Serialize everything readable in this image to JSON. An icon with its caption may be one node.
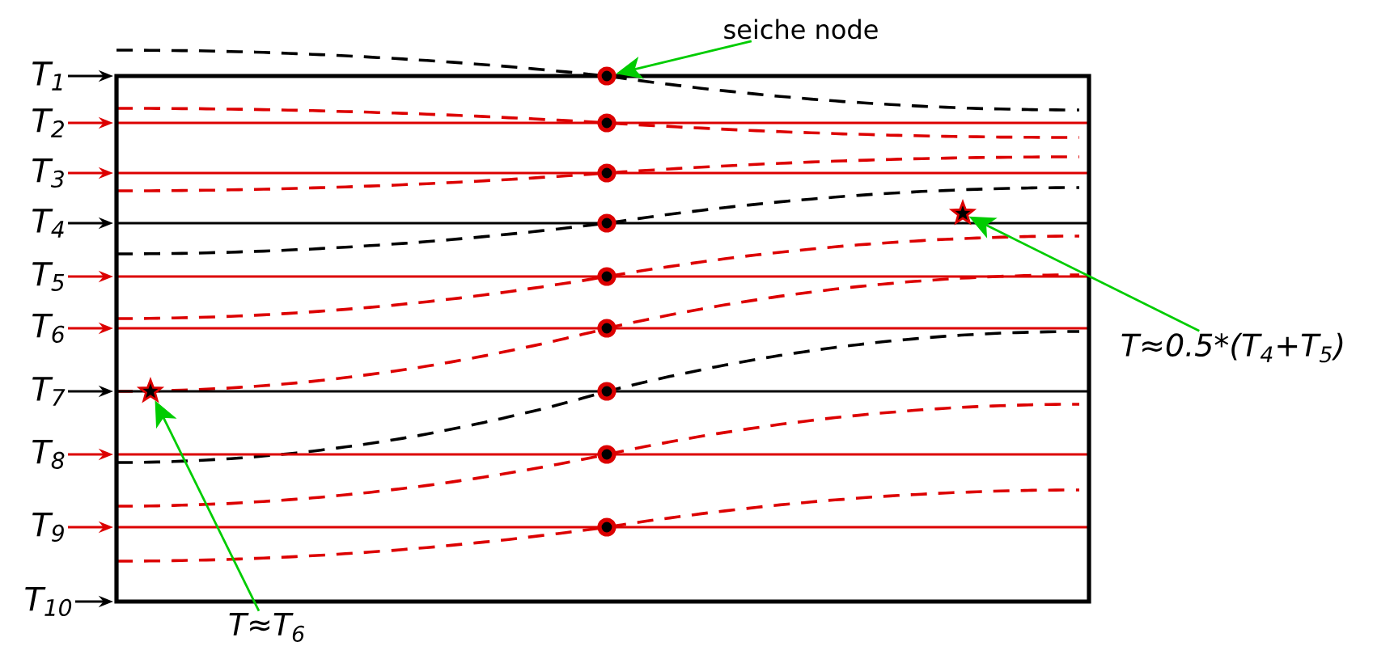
{
  "diagram": {
    "nodes": [
      {
        "text": [
          "T$_{1}$"
        ]
      },
      {
        "text": [
          "T$_{2}$"
        ]
      },
      {
        "text": [
          "T$_{3}$"
        ]
      },
      {
        "text": [
          "T$_{4}$"
        ]
      },
      {
        "text": [
          "T$_{5}$"
        ]
      },
      {
        "text": [
          "T$_{6}$"
        ]
      },
      {
        "text": [
          "T$_{7}$"
        ]
      },
      {
        "text": [
          "T$_{8}$"
        ]
      },
      {
        "text": [
          "T$_{9}$"
        ]
      },
      {
        "text": [
          "T$_{10}$"
        ]
      },
      {
        "text": [
          "seiche node"
        ]
      },
      {
        "text": [
          "T≈0.5*(T$_{4}$+T$_{5}$)"
        ]
      },
      {
        "text": [
          "T≈T$_{6}$"
        ]
      },
      {
        "text": [],
        "shape": "circle"
      },
      {
        "text": [],
        "shape": "circle"
      },
      {
        "text": [],
        "shape": "circle"
      },
      {
        "text": [],
        "shape": "circle"
      },
      {
        "text": [],
        "shape": "circle"
      },
      {
        "text": [],
        "shape": "circle"
      },
      {
        "text": [],
        "shape": "circle"
      },
      {
        "text": [],
        "shape": "circle"
      },
      {
        "text": [],
        "shape": "circle"
      },
      {
        "text": [],
        "shape": "star"
      },
      {
        "text": [],
        "shape": "star"
      }
    ],
    "edges": [
      {
        "from": 0,
        "to": null,
        "arrow": "to",
        "color": "#000000"
      },
      {
        "from": 1,
        "to": null,
        "arrow": "to"
      },
      {
        "from": 2,
        "to": null,
        "arrow": "to"
      },
      {
        "from": 3,
        "to": null,
        "arrow": "to",
        "color": "#000000"
      },
      {
        "from": 4,
        "to": null,
        "arrow": "to"
      },
      {
        "from": 5,
        "to": null,
        "arrow": "to"
      },
      {
        "from": 6,
        "to": null,
        "arrow": "to",
        "color": "#000000"
      },
      {
        "from": 7,
        "to": null,
        "arrow": "to"
      },
      {
        "from": 8,
        "to": null,
        "arrow": "to"
      },
      {
        "from": 9,
        "to": null,
        "arrow": "to",
        "color": "#000000"
      },
      {
        "from": 10,
        "to": 13,
        "arrow": "to",
        "color": "#00cc00"
      },
      {
        "from": 11,
        "to": 22,
        "arrow": "to",
        "color": "#00cc00"
      },
      {
        "from": 12,
        "to": 23,
        "arrow": "to",
        "color": "#00cc00"
      }
    ]
  }
}
